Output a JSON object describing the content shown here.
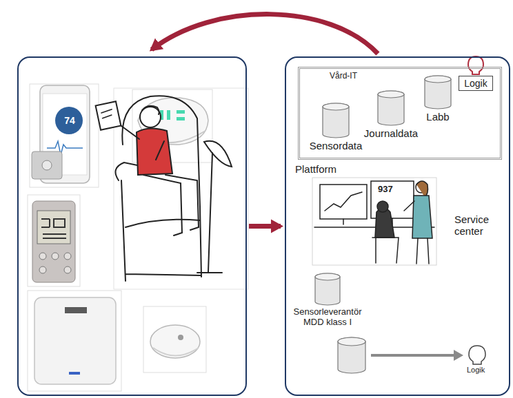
{
  "diagram": {
    "nodes": [
      {
        "text": [
          "74"
        ]
      },
      {
        "text": [
          "Plattform",
          "937",
          "Service center"
        ]
      },
      {
        "text": [
          "Vård-IT"
        ],
        "in": 1
      },
      {
        "text": [
          "Sensordata"
        ],
        "in": 2
      },
      {
        "text": [
          "Journaldata"
        ],
        "in": 2
      },
      {
        "text": [
          "Labb"
        ],
        "in": 2
      },
      {
        "text": [
          "Logik"
        ],
        "in": 2
      },
      {
        "text": [
          "Sensorleverantör MDD klass I"
        ],
        "in": 1
      }
    ],
    "edges": [
      {
        "from": 0,
        "to": 1,
        "arrow": "to"
      },
      {
        "from": 1,
        "to": 0,
        "arrow": "to"
      }
    ],
    "labels": [
      "Logik"
    ]
  }
}
